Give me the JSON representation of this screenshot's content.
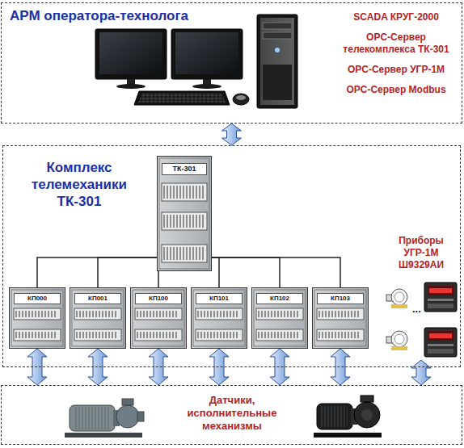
{
  "diagram": {
    "nodes": [
      {
        "text": [
          "АРМ оператора-технолога",
          "SCADA КРУГ-2000",
          "OPC-Сервер телекомплекса ТК-301",
          "OPC-Сервер УГР-1М",
          "OPC-Сервер Modbus"
        ]
      },
      {
        "text": [
          "Комплекс телемеханики ТК-301"
        ]
      },
      {
        "text": [
          "ТК-301"
        ],
        "in": 1
      },
      {
        "text": [
          "КП000"
        ],
        "in": 1
      },
      {
        "text": [
          "КП001"
        ],
        "in": 1
      },
      {
        "text": [
          "КП100"
        ],
        "in": 1
      },
      {
        "text": [
          "КП101"
        ],
        "in": 1
      },
      {
        "text": [
          "КП102"
        ],
        "in": 1
      },
      {
        "text": [
          "КП103"
        ],
        "in": 1
      },
      {
        "text": [
          "Приборы УГР-1М Ш9329АИ"
        ],
        "in": 1
      },
      {
        "text": [
          "Датчики, исполнительные механизмы"
        ]
      }
    ],
    "edges": [
      {
        "from": 0,
        "to": 1,
        "arrow": "both"
      },
      {
        "from": 2,
        "to": 3,
        "arrow": "none"
      },
      {
        "from": 2,
        "to": 4,
        "arrow": "none"
      },
      {
        "from": 2,
        "to": 5,
        "arrow": "none"
      },
      {
        "from": 2,
        "to": 6,
        "arrow": "none"
      },
      {
        "from": 2,
        "to": 7,
        "arrow": "none"
      },
      {
        "from": 2,
        "to": 8,
        "arrow": "none"
      },
      {
        "from": 3,
        "to": 10,
        "arrow": "both"
      },
      {
        "from": 4,
        "to": 10,
        "arrow": "both"
      },
      {
        "from": 5,
        "to": 10,
        "arrow": "both"
      },
      {
        "from": 6,
        "to": 10,
        "arrow": "both"
      },
      {
        "from": 7,
        "to": 10,
        "arrow": "both"
      },
      {
        "from": 8,
        "to": 10,
        "arrow": "both"
      },
      {
        "from": 9,
        "to": 10,
        "arrow": "both"
      }
    ],
    "labels": [
      "..."
    ]
  }
}
